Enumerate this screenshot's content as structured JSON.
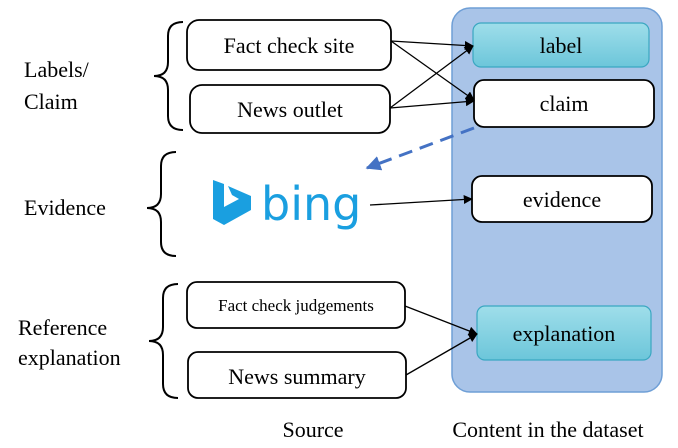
{
  "groups": {
    "labels_claim": "Labels/\nClaim",
    "evidence": "Evidence",
    "reference_explanation": "Reference\nexplanation"
  },
  "sources": {
    "fact_check_site": "Fact check site",
    "news_outlet": "News outlet",
    "bing": "bing",
    "fact_check_judgements": "Fact check judgements",
    "news_summary": "News summary"
  },
  "dataset": {
    "label": "label",
    "claim": "claim",
    "evidence": "evidence",
    "explanation": "explanation"
  },
  "footer": {
    "source": "Source",
    "content": "Content in the dataset"
  },
  "colors": {
    "panel_fill": "#a9c4e8",
    "panel_stroke": "#6f9fd6",
    "teal_box_fill": "#86d3e3",
    "teal_box_stroke": "#3aa7c1",
    "bing_blue": "#1a9fe0",
    "dashed_arrow": "#4472c4"
  }
}
